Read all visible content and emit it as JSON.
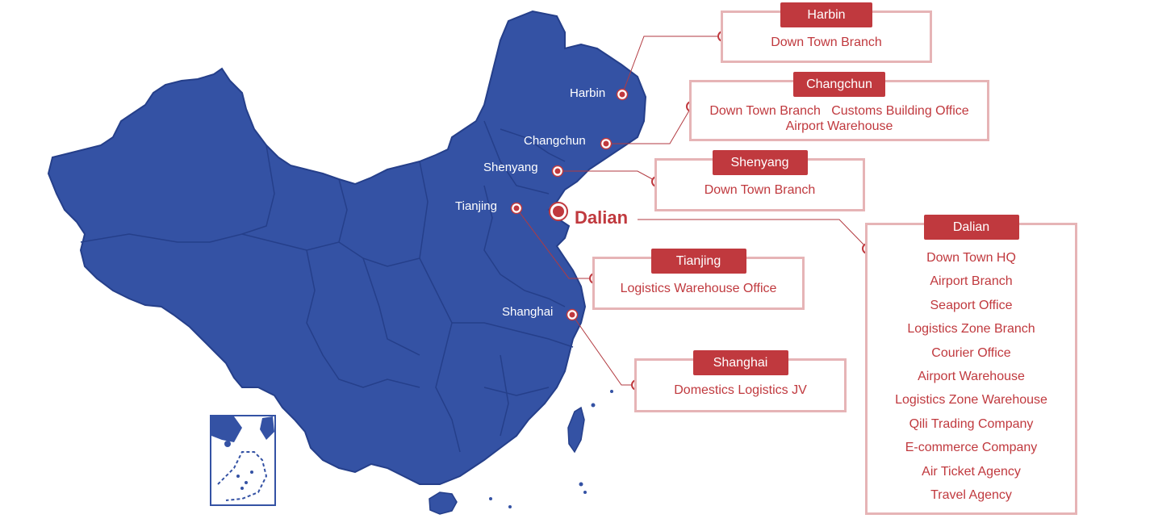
{
  "map": {
    "cities": [
      {
        "id": "harbin",
        "name": "Harbin"
      },
      {
        "id": "changchun",
        "name": "Changchun"
      },
      {
        "id": "shenyang",
        "name": "Shenyang"
      },
      {
        "id": "tianjing",
        "name": "Tianjing"
      },
      {
        "id": "shanghai",
        "name": "Shanghai"
      }
    ],
    "headquarters": {
      "name": "Dalian"
    }
  },
  "offices": {
    "harbin": {
      "title": "Harbin",
      "lines": [
        "Down Town Branch"
      ]
    },
    "changchun": {
      "title": "Changchun",
      "lines": [
        "Down Town Branch   Customs Building Office",
        "Airport Warehouse"
      ]
    },
    "shenyang": {
      "title": "Shenyang",
      "lines": [
        "Down Town Branch"
      ]
    },
    "tianjing": {
      "title": "Tianjing",
      "lines": [
        "Logistics Warehouse Office"
      ]
    },
    "shanghai": {
      "title": "Shanghai",
      "lines": [
        "Domestics Logistics JV"
      ]
    },
    "dalian": {
      "title": "Dalian",
      "lines": [
        "Down Town HQ",
        "Airport Branch",
        "Seaport Office",
        "Logistics Zone Branch",
        "Courier Office",
        "Airport Warehouse",
        "Logistics Zone Warehouse",
        "Qili Trading Company",
        "E-commerce Company",
        "Air Ticket Agency",
        "Travel Agency"
      ]
    }
  },
  "colors": {
    "map_fill": "#3452a4",
    "map_border": "#253f8a",
    "accent": "#c0393e",
    "box_border": "#e6b4b6",
    "connector": "#b23a40"
  }
}
